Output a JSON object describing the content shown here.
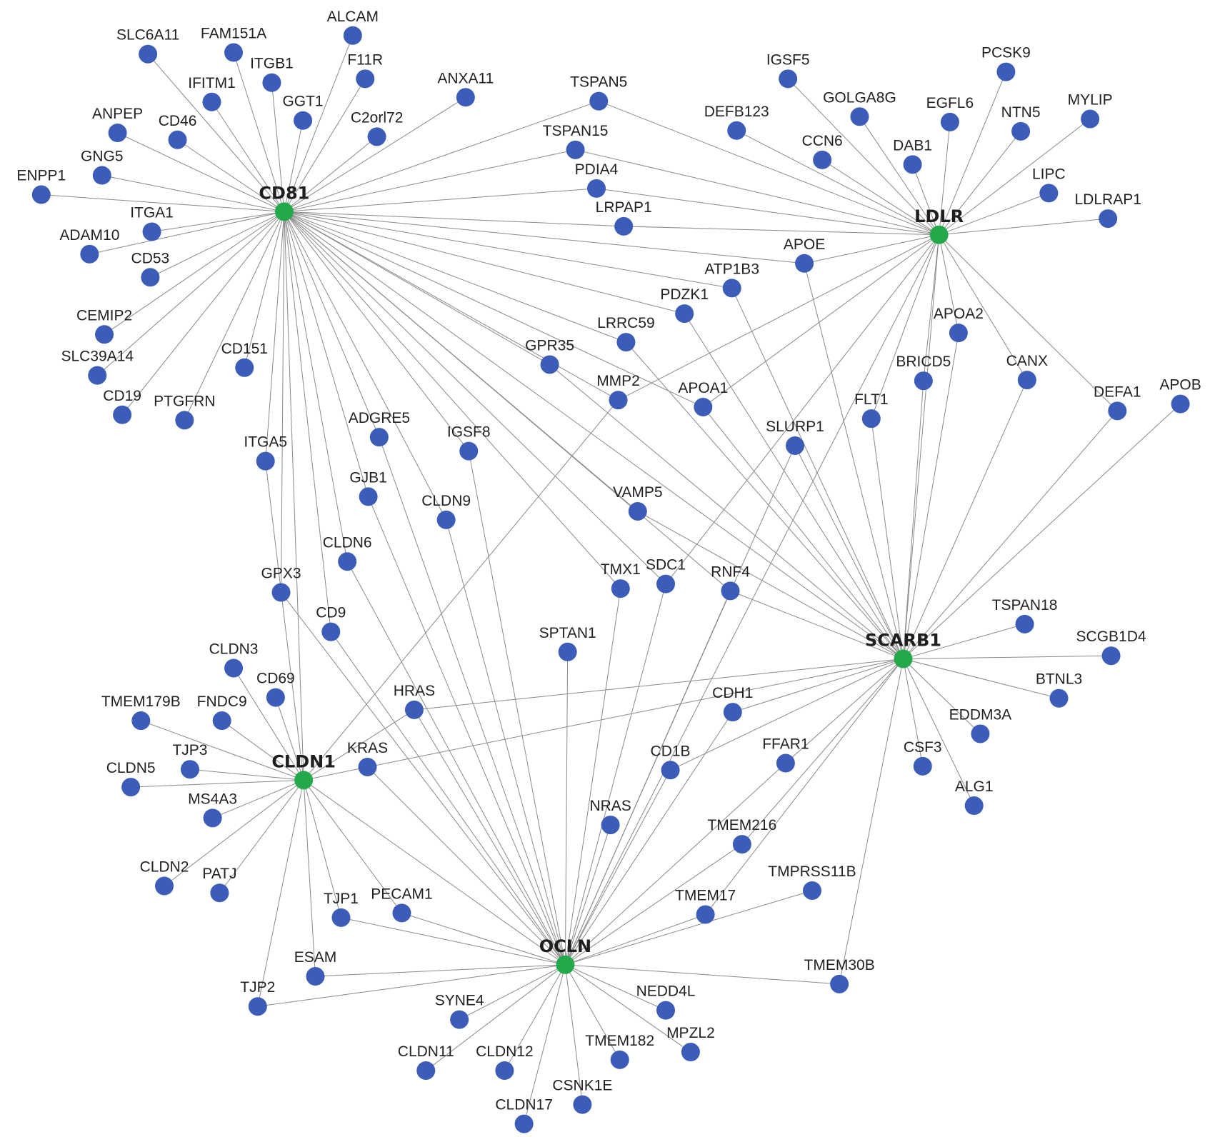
{
  "colors": {
    "leaf": "#3b5cb8",
    "hub": "#23a84a",
    "edge": "#8a8a8a"
  },
  "hubs": [
    {
      "id": "CD81",
      "label": "CD81"
    },
    {
      "id": "LDLR",
      "label": "LDLR"
    },
    {
      "id": "SCARB1",
      "label": "SCARB1"
    },
    {
      "id": "CLDN1",
      "label": "CLDN1"
    },
    {
      "id": "OCLN",
      "label": "OCLN"
    }
  ],
  "nodes": [
    {
      "id": "SLC6A11",
      "label": "SLC6A11"
    },
    {
      "id": "FAM151A",
      "label": "FAM151A"
    },
    {
      "id": "ALCAM",
      "label": "ALCAM"
    },
    {
      "id": "ITGB1",
      "label": "ITGB1"
    },
    {
      "id": "F11R",
      "label": "F11R"
    },
    {
      "id": "IFITM1",
      "label": "IFITM1"
    },
    {
      "id": "GGT1",
      "label": "GGT1"
    },
    {
      "id": "ANXA11",
      "label": "ANXA11"
    },
    {
      "id": "ANPEP",
      "label": "ANPEP"
    },
    {
      "id": "CD46",
      "label": "CD46"
    },
    {
      "id": "C2orf72",
      "label": "C2orl72"
    },
    {
      "id": "GNG5",
      "label": "GNG5"
    },
    {
      "id": "ENPP1",
      "label": "ENPP1"
    },
    {
      "id": "ITGA1",
      "label": "ITGA1"
    },
    {
      "id": "ADAM10",
      "label": "ADAM10"
    },
    {
      "id": "CD53",
      "label": "CD53"
    },
    {
      "id": "CEMIP2",
      "label": "CEMIP2"
    },
    {
      "id": "SLC39A14",
      "label": "SLC39A14"
    },
    {
      "id": "CD151",
      "label": "CD151"
    },
    {
      "id": "CD19",
      "label": "CD19"
    },
    {
      "id": "PTGFRN",
      "label": "PTGFRN"
    },
    {
      "id": "ITGA5",
      "label": "ITGA5"
    },
    {
      "id": "TSPAN5",
      "label": "TSPAN5"
    },
    {
      "id": "TSPAN15",
      "label": "TSPAN15"
    },
    {
      "id": "PDIA4",
      "label": "PDIA4"
    },
    {
      "id": "LRPAP1",
      "label": "LRPAP1"
    },
    {
      "id": "IGSF5",
      "label": "IGSF5"
    },
    {
      "id": "PCSK9",
      "label": "PCSK9"
    },
    {
      "id": "GOLGA8G",
      "label": "GOLGA8G"
    },
    {
      "id": "EGFL6",
      "label": "EGFL6"
    },
    {
      "id": "MYLIP",
      "label": "MYLIP"
    },
    {
      "id": "DEFB123",
      "label": "DEFB123"
    },
    {
      "id": "NTN5",
      "label": "NTN5"
    },
    {
      "id": "CCN6",
      "label": "CCN6"
    },
    {
      "id": "DAB1",
      "label": "DAB1"
    },
    {
      "id": "LIPC",
      "label": "LIPC"
    },
    {
      "id": "LDLRAP1",
      "label": "LDLRAP1"
    },
    {
      "id": "APOE",
      "label": "APOE"
    },
    {
      "id": "ATP1B3",
      "label": "ATP1B3"
    },
    {
      "id": "PDZK1",
      "label": "PDZK1"
    },
    {
      "id": "LRRC59",
      "label": "LRRC59"
    },
    {
      "id": "APOA2",
      "label": "APOA2"
    },
    {
      "id": "GPR35",
      "label": "GPR35"
    },
    {
      "id": "BRICD5",
      "label": "BRICD5"
    },
    {
      "id": "CANX",
      "label": "CANX"
    },
    {
      "id": "MMP2",
      "label": "MMP2"
    },
    {
      "id": "APOA1",
      "label": "APOA1"
    },
    {
      "id": "DEFA1",
      "label": "DEFA1"
    },
    {
      "id": "APOB",
      "label": "APOB"
    },
    {
      "id": "FLT1",
      "label": "FLT1"
    },
    {
      "id": "ADGRE5",
      "label": "ADGRE5"
    },
    {
      "id": "IGSF8",
      "label": "IGSF8"
    },
    {
      "id": "SLURP1",
      "label": "SLURP1"
    },
    {
      "id": "GJB1",
      "label": "GJB1"
    },
    {
      "id": "CLDN9",
      "label": "CLDN9"
    },
    {
      "id": "VAMP5",
      "label": "VAMP5"
    },
    {
      "id": "CLDN6",
      "label": "CLDN6"
    },
    {
      "id": "GPX3",
      "label": "GPX3"
    },
    {
      "id": "TMX1",
      "label": "TMX1"
    },
    {
      "id": "SDC1",
      "label": "SDC1"
    },
    {
      "id": "RNF4",
      "label": "RNF4"
    },
    {
      "id": "CD9",
      "label": "CD9"
    },
    {
      "id": "SPTAN1",
      "label": "SPTAN1"
    },
    {
      "id": "TSPAN18",
      "label": "TSPAN18"
    },
    {
      "id": "SCGB1D4",
      "label": "SCGB1D4"
    },
    {
      "id": "CLDN3",
      "label": "CLDN3"
    },
    {
      "id": "CD69",
      "label": "CD69"
    },
    {
      "id": "HRAS",
      "label": "HRAS"
    },
    {
      "id": "CDH1",
      "label": "CDH1"
    },
    {
      "id": "BTNL3",
      "label": "BTNL3"
    },
    {
      "id": "TMEM179B",
      "label": "TMEM179B"
    },
    {
      "id": "FNDC9",
      "label": "FNDC9"
    },
    {
      "id": "EDDM3A",
      "label": "EDDM3A"
    },
    {
      "id": "TJP3",
      "label": "TJP3"
    },
    {
      "id": "KRAS",
      "label": "KRAS"
    },
    {
      "id": "CD1B",
      "label": "CD1B"
    },
    {
      "id": "FFAR1",
      "label": "FFAR1"
    },
    {
      "id": "CSF3",
      "label": "CSF3"
    },
    {
      "id": "CLDN5",
      "label": "CLDN5"
    },
    {
      "id": "ALG1",
      "label": "ALG1"
    },
    {
      "id": "MS4A3",
      "label": "MS4A3"
    },
    {
      "id": "NRAS",
      "label": "NRAS"
    },
    {
      "id": "TMEM216",
      "label": "TMEM216"
    },
    {
      "id": "CLDN2",
      "label": "CLDN2"
    },
    {
      "id": "PATJ",
      "label": "PATJ"
    },
    {
      "id": "TMPRSS11B",
      "label": "TMPRSS11B"
    },
    {
      "id": "TJP1",
      "label": "TJP1"
    },
    {
      "id": "PECAM1",
      "label": "PECAM1"
    },
    {
      "id": "TMEM17",
      "label": "TMEM17"
    },
    {
      "id": "ESAM",
      "label": "ESAM"
    },
    {
      "id": "TMEM30B",
      "label": "TMEM30B"
    },
    {
      "id": "TJP2",
      "label": "TJP2"
    },
    {
      "id": "NEDD4L",
      "label": "NEDD4L"
    },
    {
      "id": "SYNE4",
      "label": "SYNE4"
    },
    {
      "id": "MPZL2",
      "label": "MPZL2"
    },
    {
      "id": "TMEM182",
      "label": "TMEM182"
    },
    {
      "id": "CLDN11",
      "label": "CLDN11"
    },
    {
      "id": "CLDN12",
      "label": "CLDN12"
    },
    {
      "id": "CSNK1E",
      "label": "CSNK1E"
    },
    {
      "id": "CLDN17",
      "label": "CLDN17"
    }
  ],
  "edges": [
    [
      "CD81",
      "SLC6A11"
    ],
    [
      "CD81",
      "FAM151A"
    ],
    [
      "CD81",
      "ALCAM"
    ],
    [
      "CD81",
      "ITGB1"
    ],
    [
      "CD81",
      "F11R"
    ],
    [
      "CD81",
      "IFITM1"
    ],
    [
      "CD81",
      "GGT1"
    ],
    [
      "CD81",
      "ANXA11"
    ],
    [
      "CD81",
      "ANPEP"
    ],
    [
      "CD81",
      "CD46"
    ],
    [
      "CD81",
      "C2orf72"
    ],
    [
      "CD81",
      "GNG5"
    ],
    [
      "CD81",
      "ENPP1"
    ],
    [
      "CD81",
      "ITGA1"
    ],
    [
      "CD81",
      "ADAM10"
    ],
    [
      "CD81",
      "CD53"
    ],
    [
      "CD81",
      "CEMIP2"
    ],
    [
      "CD81",
      "SLC39A14"
    ],
    [
      "CD81",
      "CD151"
    ],
    [
      "CD81",
      "CD19"
    ],
    [
      "CD81",
      "PTGFRN"
    ],
    [
      "CD81",
      "ITGA5"
    ],
    [
      "CD81",
      "TSPAN5"
    ],
    [
      "CD81",
      "TSPAN15"
    ],
    [
      "CD81",
      "PDIA4"
    ],
    [
      "CD81",
      "LRPAP1"
    ],
    [
      "CD81",
      "APOE"
    ],
    [
      "CD81",
      "ATP1B3"
    ],
    [
      "CD81",
      "PDZK1"
    ],
    [
      "CD81",
      "LRRC59"
    ],
    [
      "CD81",
      "GPR35"
    ],
    [
      "CD81",
      "MMP2"
    ],
    [
      "CD81",
      "APOA1"
    ],
    [
      "CD81",
      "ADGRE5"
    ],
    [
      "CD81",
      "IGSF8"
    ],
    [
      "CD81",
      "GJB1"
    ],
    [
      "CD81",
      "CLDN9"
    ],
    [
      "CD81",
      "VAMP5"
    ],
    [
      "CD81",
      "CLDN6"
    ],
    [
      "CD81",
      "GPX3"
    ],
    [
      "CD81",
      "CD9"
    ],
    [
      "CD81",
      "TMX1"
    ],
    [
      "CD81",
      "SDC1"
    ],
    [
      "CD81",
      "RNF4"
    ],
    [
      "CD81",
      "CLDN1"
    ],
    [
      "CD81",
      "SCARB1"
    ],
    [
      "LDLR",
      "TSPAN5"
    ],
    [
      "LDLR",
      "TSPAN15"
    ],
    [
      "LDLR",
      "PDIA4"
    ],
    [
      "LDLR",
      "LRPAP1"
    ],
    [
      "LDLR",
      "IGSF5"
    ],
    [
      "LDLR",
      "PCSK9"
    ],
    [
      "LDLR",
      "GOLGA8G"
    ],
    [
      "LDLR",
      "EGFL6"
    ],
    [
      "LDLR",
      "MYLIP"
    ],
    [
      "LDLR",
      "DEFB123"
    ],
    [
      "LDLR",
      "NTN5"
    ],
    [
      "LDLR",
      "CCN6"
    ],
    [
      "LDLR",
      "DAB1"
    ],
    [
      "LDLR",
      "LIPC"
    ],
    [
      "LDLR",
      "LDLRAP1"
    ],
    [
      "LDLR",
      "APOE"
    ],
    [
      "LDLR",
      "APOA2"
    ],
    [
      "LDLR",
      "CANX"
    ],
    [
      "LDLR",
      "DEFA1"
    ],
    [
      "LDLR",
      "APOA1"
    ],
    [
      "LDLR",
      "SCARB1"
    ],
    [
      "LDLR",
      "BRICD5"
    ],
    [
      "LDLR",
      "FLT1"
    ],
    [
      "LDLR",
      "MMP2"
    ],
    [
      "LDLR",
      "SDC1"
    ],
    [
      "LDLR",
      "OCLN"
    ],
    [
      "SCARB1",
      "APOE"
    ],
    [
      "SCARB1",
      "ATP1B3"
    ],
    [
      "SCARB1",
      "PDZK1"
    ],
    [
      "SCARB1",
      "LRRC59"
    ],
    [
      "SCARB1",
      "APOA2"
    ],
    [
      "SCARB1",
      "GPR35"
    ],
    [
      "SCARB1",
      "BRICD5"
    ],
    [
      "SCARB1",
      "CANX"
    ],
    [
      "SCARB1",
      "APOA1"
    ],
    [
      "SCARB1",
      "DEFA1"
    ],
    [
      "SCARB1",
      "APOB"
    ],
    [
      "SCARB1",
      "FLT1"
    ],
    [
      "SCARB1",
      "SLURP1"
    ],
    [
      "SCARB1",
      "VAMP5"
    ],
    [
      "SCARB1",
      "RNF4"
    ],
    [
      "SCARB1",
      "TSPAN18"
    ],
    [
      "SCARB1",
      "SCGB1D4"
    ],
    [
      "SCARB1",
      "BTNL3"
    ],
    [
      "SCARB1",
      "EDDM3A"
    ],
    [
      "SCARB1",
      "CSF3"
    ],
    [
      "SCARB1",
      "ALG1"
    ],
    [
      "SCARB1",
      "HRAS"
    ],
    [
      "SCARB1",
      "CDH1"
    ],
    [
      "SCARB1",
      "KRAS"
    ],
    [
      "SCARB1",
      "CD1B"
    ],
    [
      "SCARB1",
      "FFAR1"
    ],
    [
      "SCARB1",
      "TMEM216"
    ],
    [
      "SCARB1",
      "TMEM17"
    ],
    [
      "SCARB1",
      "TMEM30B"
    ],
    [
      "CLDN1",
      "CLDN3"
    ],
    [
      "CLDN1",
      "CD69"
    ],
    [
      "CLDN1",
      "TMEM179B"
    ],
    [
      "CLDN1",
      "FNDC9"
    ],
    [
      "CLDN1",
      "TJP3"
    ],
    [
      "CLDN1",
      "CLDN5"
    ],
    [
      "CLDN1",
      "MS4A3"
    ],
    [
      "CLDN1",
      "CLDN2"
    ],
    [
      "CLDN1",
      "PATJ"
    ],
    [
      "CLDN1",
      "TJP1"
    ],
    [
      "CLDN1",
      "PECAM1"
    ],
    [
      "CLDN1",
      "ESAM"
    ],
    [
      "CLDN1",
      "TJP2"
    ],
    [
      "CLDN1",
      "HRAS"
    ],
    [
      "CLDN1",
      "KRAS"
    ],
    [
      "CLDN1",
      "MMP2"
    ],
    [
      "CLDN1",
      "ITGA5"
    ],
    [
      "CLDN1",
      "OCLN"
    ],
    [
      "OCLN",
      "TJP1"
    ],
    [
      "OCLN",
      "PECAM1"
    ],
    [
      "OCLN",
      "ESAM"
    ],
    [
      "OCLN",
      "TJP2"
    ],
    [
      "OCLN",
      "SYNE4"
    ],
    [
      "OCLN",
      "CLDN11"
    ],
    [
      "OCLN",
      "CLDN12"
    ],
    [
      "OCLN",
      "CLDN17"
    ],
    [
      "OCLN",
      "CSNK1E"
    ],
    [
      "OCLN",
      "TMEM182"
    ],
    [
      "OCLN",
      "MPZL2"
    ],
    [
      "OCLN",
      "NEDD4L"
    ],
    [
      "OCLN",
      "TMEM30B"
    ],
    [
      "OCLN",
      "TMEM17"
    ],
    [
      "OCLN",
      "TMPRSS11B"
    ],
    [
      "OCLN",
      "TMEM216"
    ],
    [
      "OCLN",
      "FFAR1"
    ],
    [
      "OCLN",
      "CD1B"
    ],
    [
      "OCLN",
      "NRAS"
    ],
    [
      "OCLN",
      "CDH1"
    ],
    [
      "OCLN",
      "SPTAN1"
    ],
    [
      "OCLN",
      "TMX1"
    ],
    [
      "OCLN",
      "SDC1"
    ],
    [
      "OCLN",
      "RNF4"
    ],
    [
      "OCLN",
      "KRAS"
    ],
    [
      "OCLN",
      "HRAS"
    ],
    [
      "OCLN",
      "CD9"
    ],
    [
      "OCLN",
      "GPX3"
    ],
    [
      "OCLN",
      "CLDN6"
    ],
    [
      "OCLN",
      "GJB1"
    ],
    [
      "OCLN",
      "CLDN9"
    ],
    [
      "OCLN",
      "IGSF8"
    ],
    [
      "OCLN",
      "ADGRE5"
    ],
    [
      "OCLN",
      "SLURP1"
    ]
  ]
}
